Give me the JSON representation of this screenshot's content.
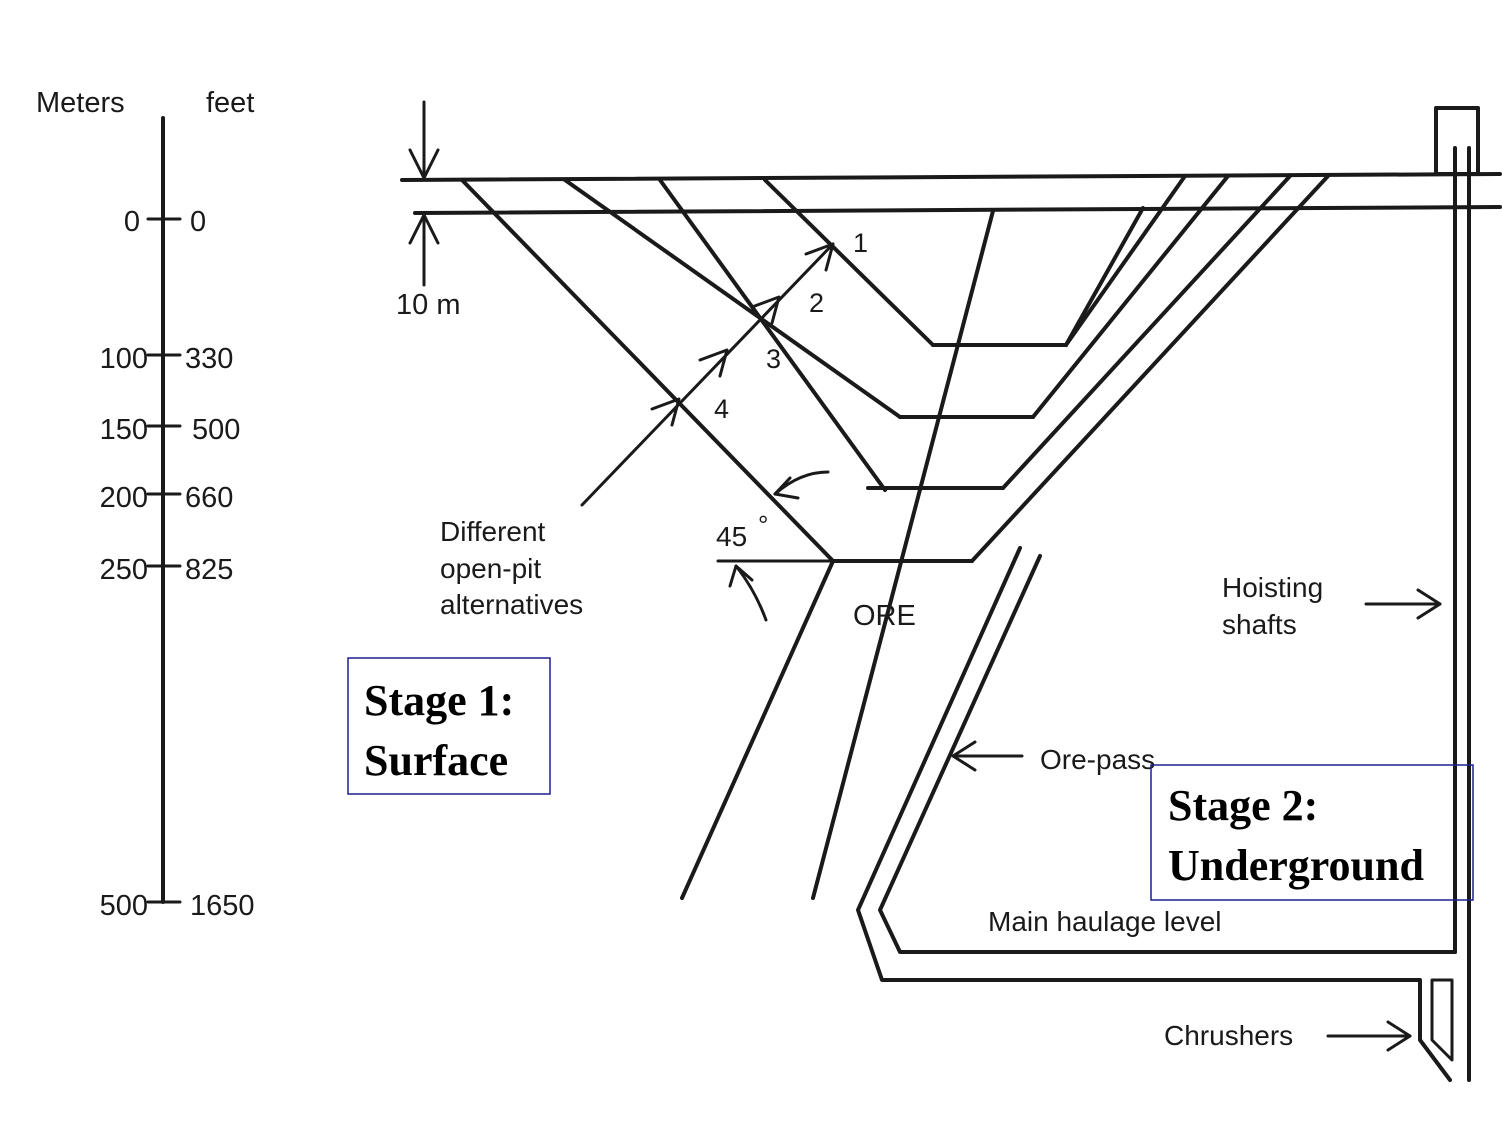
{
  "scale": {
    "left_header": "Meters",
    "right_header": "feet",
    "ticks": [
      {
        "m": "0",
        "ft": "0"
      },
      {
        "m": "100",
        "ft": "330"
      },
      {
        "m": "150",
        "ft": "500"
      },
      {
        "m": "200",
        "ft": "660"
      },
      {
        "m": "250",
        "ft": "825"
      },
      {
        "m": "500",
        "ft": "1650"
      }
    ]
  },
  "labels": {
    "overburden": "10 m",
    "pit_1": "1",
    "pit_2": "2",
    "pit_3": "3",
    "pit_4": "4",
    "alternatives_line1": "Different",
    "alternatives_line2": "open-pit",
    "alternatives_line3": "alternatives",
    "angle": "45",
    "angle_degree": "°",
    "ore": "ORE",
    "hoisting_line1": "Hoisting",
    "hoisting_line2": "shafts",
    "ore_pass": "Ore-pass",
    "main_haulage": "Main haulage level",
    "crushers": "Chrushers"
  },
  "stages": {
    "stage1_line1": "Stage 1:",
    "stage1_line2": "Surface",
    "stage2_line1": "Stage 2:",
    "stage2_line2": "Underground"
  }
}
